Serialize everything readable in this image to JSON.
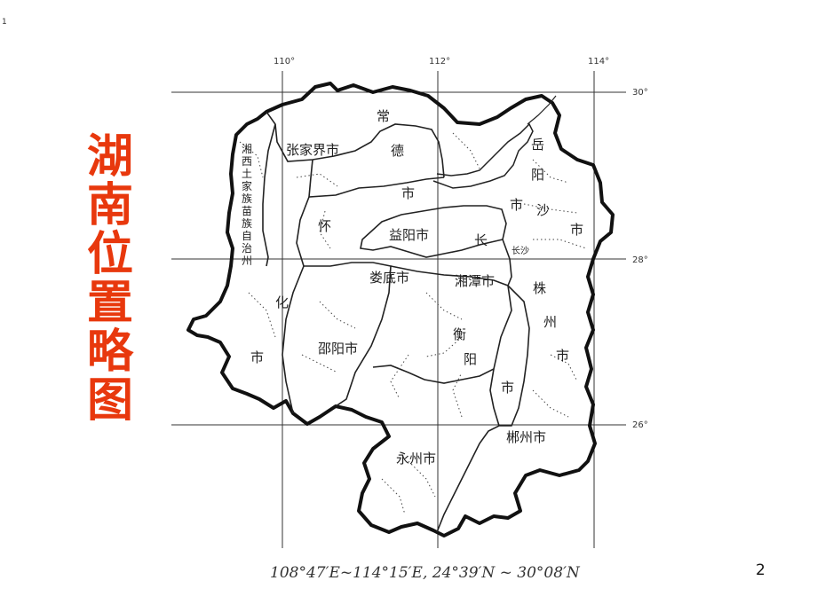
{
  "slide": {
    "corner_mark": "1",
    "page_number": "2",
    "title": "湖南位置略图",
    "title_color": "#e8380d"
  },
  "map": {
    "grid": {
      "longitudes": [
        "110°",
        "112°",
        "114°"
      ],
      "latitudes": [
        "30°",
        "28°",
        "26°"
      ]
    },
    "regions": {
      "xiangxi": [
        "湘",
        "西",
        "土",
        "家",
        "族",
        "苗",
        "族",
        "自",
        "治",
        "州"
      ],
      "zhangjiajie": "张家界市",
      "changde": [
        "常",
        "德",
        "市"
      ],
      "yueyang": [
        "岳",
        "阳",
        "市"
      ],
      "huaihua": [
        "怀",
        "化",
        "市"
      ],
      "yiyang": "益阳市",
      "changsha": [
        "长",
        "沙",
        "市"
      ],
      "changsha_city": "长沙",
      "loudi": "娄底市",
      "xiangtan": "湘潭市",
      "zhuzhou": [
        "株",
        "州",
        "市"
      ],
      "shaoyang": "邵阳市",
      "hengyang": [
        "衡",
        "阳",
        "市"
      ],
      "chenzhou": "郴州市",
      "yongzhou": "永州市"
    },
    "range_caption": "108°47′E~114°15′E, 24°39′N ~ 30°08′N"
  }
}
